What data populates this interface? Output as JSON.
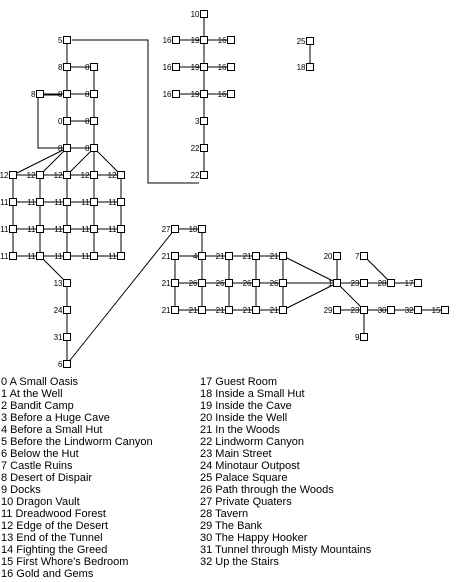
{
  "map": {
    "nodes": [
      {
        "id": "n10",
        "label": "10"
      },
      {
        "id": "n5",
        "label": "5"
      },
      {
        "id": "n25",
        "label": "25"
      },
      {
        "id": "n18t",
        "label": "18"
      },
      {
        "id": "n16a",
        "label": "16"
      },
      {
        "id": "n19a",
        "label": "19"
      },
      {
        "id": "n16b",
        "label": "16"
      },
      {
        "id": "n16c",
        "label": "16"
      },
      {
        "id": "n19b",
        "label": "19"
      },
      {
        "id": "n16d",
        "label": "16"
      },
      {
        "id": "n16e",
        "label": "16"
      },
      {
        "id": "n19c",
        "label": "19"
      },
      {
        "id": "n16f",
        "label": "16"
      },
      {
        "id": "n3",
        "label": "3"
      },
      {
        "id": "n22a",
        "label": "22"
      },
      {
        "id": "n22b",
        "label": "22"
      },
      {
        "id": "n8a",
        "label": "8"
      },
      {
        "id": "n8b",
        "label": "8"
      },
      {
        "id": "n8c",
        "label": "8"
      },
      {
        "id": "n8d",
        "label": "8"
      },
      {
        "id": "n8e",
        "label": "8"
      },
      {
        "id": "n0",
        "label": "0"
      },
      {
        "id": "n8f",
        "label": "8"
      },
      {
        "id": "n8g",
        "label": "8"
      },
      {
        "id": "n8h",
        "label": "8"
      },
      {
        "id": "r1a",
        "label": "12"
      },
      {
        "id": "r1b",
        "label": "12"
      },
      {
        "id": "r1c",
        "label": "12"
      },
      {
        "id": "r1d",
        "label": "12"
      },
      {
        "id": "r1e",
        "label": "12"
      },
      {
        "id": "r2a",
        "label": "11"
      },
      {
        "id": "r2b",
        "label": "11"
      },
      {
        "id": "r2c",
        "label": "11"
      },
      {
        "id": "r2d",
        "label": "11"
      },
      {
        "id": "r2e",
        "label": "11"
      },
      {
        "id": "r3a",
        "label": "11"
      },
      {
        "id": "r3b",
        "label": "11"
      },
      {
        "id": "r3c",
        "label": "11"
      },
      {
        "id": "r3d",
        "label": "11"
      },
      {
        "id": "r3e",
        "label": "11"
      },
      {
        "id": "r4a",
        "label": "11"
      },
      {
        "id": "r4b",
        "label": "11"
      },
      {
        "id": "r4c",
        "label": "11"
      },
      {
        "id": "r4d",
        "label": "11"
      },
      {
        "id": "r4e",
        "label": "11"
      },
      {
        "id": "n13",
        "label": "13"
      },
      {
        "id": "n24",
        "label": "24"
      },
      {
        "id": "n31",
        "label": "31"
      },
      {
        "id": "n6",
        "label": "6"
      },
      {
        "id": "n27",
        "label": "27"
      },
      {
        "id": "n18m",
        "label": "18"
      },
      {
        "id": "t1",
        "label": "21"
      },
      {
        "id": "t2",
        "label": "4"
      },
      {
        "id": "t3",
        "label": "21"
      },
      {
        "id": "t4",
        "label": "21"
      },
      {
        "id": "t5",
        "label": "21"
      },
      {
        "id": "m1",
        "label": "21"
      },
      {
        "id": "m2",
        "label": "26"
      },
      {
        "id": "m3",
        "label": "26"
      },
      {
        "id": "m4",
        "label": "26"
      },
      {
        "id": "m5",
        "label": "26"
      },
      {
        "id": "b1",
        "label": "21"
      },
      {
        "id": "b2",
        "label": "21"
      },
      {
        "id": "b3",
        "label": "21"
      },
      {
        "id": "b4",
        "label": "21"
      },
      {
        "id": "b5",
        "label": "21"
      },
      {
        "id": "n1",
        "label": "1"
      },
      {
        "id": "n20",
        "label": "20"
      },
      {
        "id": "n7",
        "label": "7"
      },
      {
        "id": "n23a",
        "label": "23"
      },
      {
        "id": "n28a",
        "label": "28"
      },
      {
        "id": "n17",
        "label": "17"
      },
      {
        "id": "n29",
        "label": "29"
      },
      {
        "id": "n23b",
        "label": "23"
      },
      {
        "id": "n30",
        "label": "30"
      },
      {
        "id": "n32",
        "label": "32"
      },
      {
        "id": "n15",
        "label": "15"
      },
      {
        "id": "n9",
        "label": "9"
      }
    ],
    "edges": [
      [
        "n10",
        "n19a"
      ],
      [
        "n19a",
        "n19b"
      ],
      [
        "n19b",
        "n19c"
      ],
      [
        "n19c",
        "n3"
      ],
      [
        "n3",
        "n22a"
      ],
      [
        "n22a",
        "n22b"
      ],
      [
        "n16a",
        "n19a"
      ],
      [
        "n19a",
        "n16b"
      ],
      [
        "n16c",
        "n19b"
      ],
      [
        "n19b",
        "n16d"
      ],
      [
        "n16e",
        "n19c"
      ],
      [
        "n19c",
        "n16f"
      ],
      [
        "n25",
        "n18t"
      ],
      [
        "n5",
        "n8a"
      ],
      [
        "n8a",
        "n8b"
      ],
      [
        "n8c",
        "n8d"
      ],
      [
        "n8d",
        "n8e"
      ],
      [
        "n8a",
        "n8d"
      ],
      [
        "n8d",
        "n0"
      ],
      [
        "n0",
        "n8g"
      ],
      [
        "n8b",
        "n8e"
      ],
      [
        "n8e",
        "n8f"
      ],
      [
        "n8f",
        "n8h"
      ],
      [
        "n0",
        "n8f"
      ],
      [
        "n8g",
        "n8h"
      ],
      [
        "n8g",
        "r1a"
      ],
      [
        "n8g",
        "r1b"
      ],
      [
        "n8g",
        "r1c"
      ],
      [
        "n8h",
        "r1d"
      ],
      [
        "n8h",
        "r1e"
      ],
      [
        "n8h",
        "r1c"
      ],
      [
        "r1a",
        "r1b"
      ],
      [
        "r1b",
        "r1c"
      ],
      [
        "r1c",
        "r1d"
      ],
      [
        "r1d",
        "r1e"
      ],
      [
        "r2a",
        "r2b"
      ],
      [
        "r2b",
        "r2c"
      ],
      [
        "r2c",
        "r2d"
      ],
      [
        "r2d",
        "r2e"
      ],
      [
        "r3a",
        "r3b"
      ],
      [
        "r3b",
        "r3c"
      ],
      [
        "r3c",
        "r3d"
      ],
      [
        "r3d",
        "r3e"
      ],
      [
        "r4a",
        "r4b"
      ],
      [
        "r4b",
        "r4c"
      ],
      [
        "r4c",
        "r4d"
      ],
      [
        "r4d",
        "r4e"
      ],
      [
        "r1a",
        "r2a"
      ],
      [
        "r2a",
        "r3a"
      ],
      [
        "r3a",
        "r4a"
      ],
      [
        "r1b",
        "r2b"
      ],
      [
        "r2b",
        "r3b"
      ],
      [
        "r3b",
        "r4b"
      ],
      [
        "r1c",
        "r2c"
      ],
      [
        "r2c",
        "r3c"
      ],
      [
        "r3c",
        "r4c"
      ],
      [
        "r1d",
        "r2d"
      ],
      [
        "r2d",
        "r3d"
      ],
      [
        "r3d",
        "r4d"
      ],
      [
        "r1e",
        "r2e"
      ],
      [
        "r2e",
        "r3e"
      ],
      [
        "r3e",
        "r4e"
      ],
      [
        "r4b",
        "n13"
      ],
      [
        "n13",
        "n24"
      ],
      [
        "n24",
        "n31"
      ],
      [
        "n31",
        "n6"
      ],
      [
        "n6",
        "n27"
      ],
      [
        "n27",
        "n18m"
      ],
      [
        "n18m",
        "t2"
      ],
      [
        "t1",
        "t2"
      ],
      [
        "t2",
        "t3"
      ],
      [
        "t3",
        "t4"
      ],
      [
        "t4",
        "t5"
      ],
      [
        "m1",
        "m2"
      ],
      [
        "m2",
        "m3"
      ],
      [
        "m3",
        "m4"
      ],
      [
        "m4",
        "m5"
      ],
      [
        "b1",
        "b2"
      ],
      [
        "b2",
        "b3"
      ],
      [
        "b3",
        "b4"
      ],
      [
        "b4",
        "b5"
      ],
      [
        "t1",
        "m1"
      ],
      [
        "m1",
        "b1"
      ],
      [
        "t2",
        "m2"
      ],
      [
        "m2",
        "b2"
      ],
      [
        "t3",
        "m3"
      ],
      [
        "m3",
        "b3"
      ],
      [
        "t4",
        "m4"
      ],
      [
        "m4",
        "b4"
      ],
      [
        "t5",
        "m5"
      ],
      [
        "m5",
        "b5"
      ],
      [
        "t5",
        "n1"
      ],
      [
        "m5",
        "n1"
      ],
      [
        "b5",
        "n1"
      ],
      [
        "n1",
        "n20"
      ],
      [
        "n1",
        "n23a"
      ],
      [
        "n1",
        "n23b"
      ],
      [
        "n23a",
        "n28a"
      ],
      [
        "n28a",
        "n17"
      ],
      [
        "n7",
        "n28a"
      ],
      [
        "n29",
        "n23b"
      ],
      [
        "n23b",
        "n30"
      ],
      [
        "n30",
        "n32"
      ],
      [
        "n32",
        "n15"
      ],
      [
        "n23b",
        "n9"
      ]
    ]
  },
  "legend": {
    "left": [
      "0 A Small Oasis",
      "1 At the Well",
      "2 Bandit Camp",
      "3 Before a Huge Cave",
      "4 Before a Small Hut",
      "5 Before the Lindworm Canyon",
      "6 Below the Hut",
      "7 Castle Ruins",
      "8 Desert of Dispair",
      "9 Docks",
      "10 Dragon Vault",
      "11 Dreadwood Forest",
      "12 Edge of the Desert",
      "13 End of the Tunnel",
      "14 Fighting the Greed",
      "15 First Whore's Bedroom",
      "16 Gold and Gems"
    ],
    "right": [
      "17 Guest Room",
      "18 Inside a Small Hut",
      "19 Inside the Cave",
      "20 Inside the Well",
      "21 In the Woods",
      "22 Lindworm Canyon",
      "23 Main Street",
      "24 Minotaur Outpost",
      "25 Palace Square",
      "26 Path through the Woods",
      "27 Private Quaters",
      "28 Tavern",
      "29 The Bank",
      "30 The Happy Hooker",
      "31 Tunnel through Misty Mountains",
      "32 Up the Stairs"
    ]
  }
}
